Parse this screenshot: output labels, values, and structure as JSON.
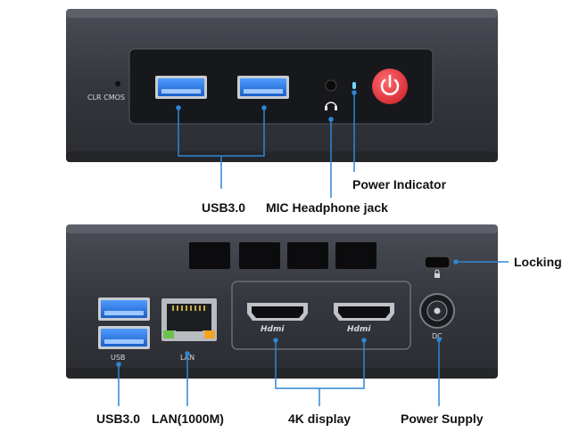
{
  "front": {
    "port_labels": {
      "clr_cmos": "CLR CMOS"
    },
    "callouts": {
      "usb": "USB3.0",
      "mic": "MIC Headphone jack",
      "power_indicator": "Power Indicator"
    }
  },
  "back": {
    "port_labels": {
      "usb": "USB",
      "lan": "LAN",
      "hdmi_1": "Hdmi",
      "hdmi_2": "Hdmi",
      "dc": "DC"
    },
    "callouts": {
      "locking": "Locking",
      "usb": "USB3.0",
      "lan": "LAN(1000M)",
      "display": "4K display",
      "power_supply": "Power Supply"
    }
  },
  "colors": {
    "accent_blue": "#2f86d6",
    "chassis": "#3a3d44",
    "power_button": "#e8383f",
    "usb_port": "#2a6fd4",
    "led": "#6fd8ff"
  },
  "icons": [
    "power-icon",
    "headphone-icon",
    "lock-icon"
  ]
}
